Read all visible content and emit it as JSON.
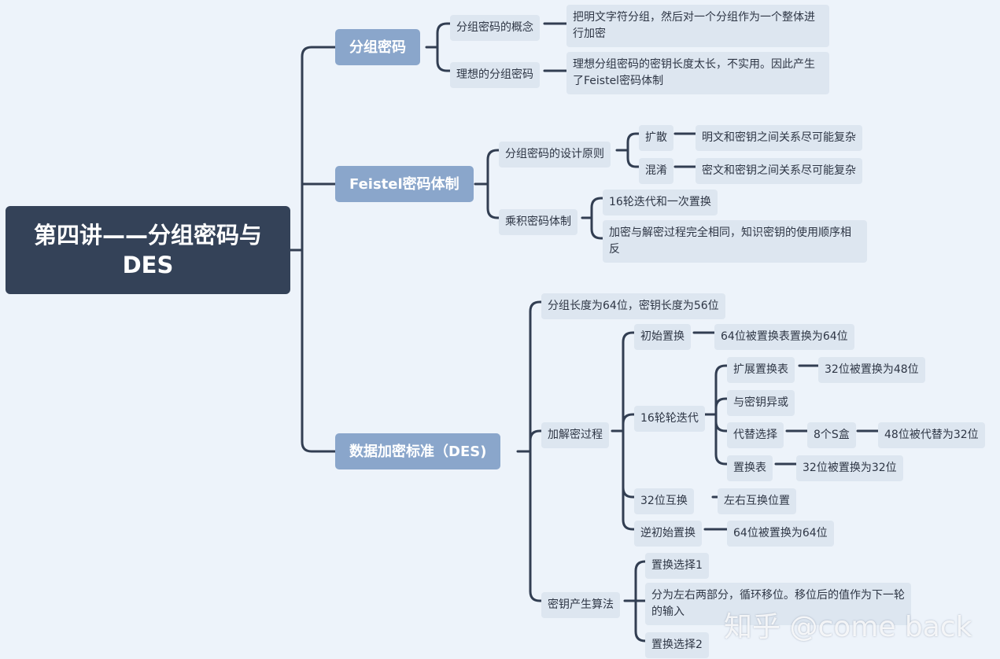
{
  "root": "第四讲——分组密码与DES",
  "branches": [
    {
      "label": "分组密码",
      "children": [
        {
          "label": "分组密码的概念",
          "detail": "把明文字符分组，然后对一个分组作为一个整体进行加密"
        },
        {
          "label": "理想的分组密码",
          "detail": "理想分组密码的密钥长度太长，不实用。因此产生了Feistel密码体制"
        }
      ]
    },
    {
      "label": "Feistel密码体制",
      "children": [
        {
          "label": "分组密码的设计原则",
          "children": [
            {
              "label": "扩散",
              "detail": "明文和密钥之间关系尽可能复杂"
            },
            {
              "label": "混淆",
              "detail": "密文和密钥之间关系尽可能复杂"
            }
          ]
        },
        {
          "label": "乘积密码体制",
          "children": [
            {
              "label": "16轮迭代和一次置换"
            },
            {
              "label": "加密与解密过程完全相同，知识密钥的使用顺序相反"
            }
          ]
        }
      ]
    },
    {
      "label": "数据加密标准（DES)",
      "children": [
        {
          "label": "分组长度为64位，密钥长度为56位"
        },
        {
          "label": "加解密过程",
          "children": [
            {
              "label": "初始置换",
              "detail": "64位被置换表置换为64位"
            },
            {
              "label": "16轮轮迭代",
              "children": [
                {
                  "label": "扩展置换表",
                  "detail": "32位被置换为48位"
                },
                {
                  "label": "与密钥异或"
                },
                {
                  "label": "代替选择",
                  "detail": "8个S盒",
                  "detail2": "48位被代替为32位"
                },
                {
                  "label": "置换表",
                  "detail": "32位被置换为32位"
                }
              ]
            },
            {
              "label": "32位互换",
              "detail": "左右互换位置"
            },
            {
              "label": "逆初始置换",
              "detail": "64位被置换为64位"
            }
          ]
        },
        {
          "label": "密钥产生算法",
          "children": [
            {
              "label": "置换选择1"
            },
            {
              "label": "分为左右两部分，循环移位。移位后的值作为下一轮的输入"
            },
            {
              "label": "置换选择2"
            }
          ]
        }
      ]
    }
  ],
  "watermark": "知乎 @come back"
}
